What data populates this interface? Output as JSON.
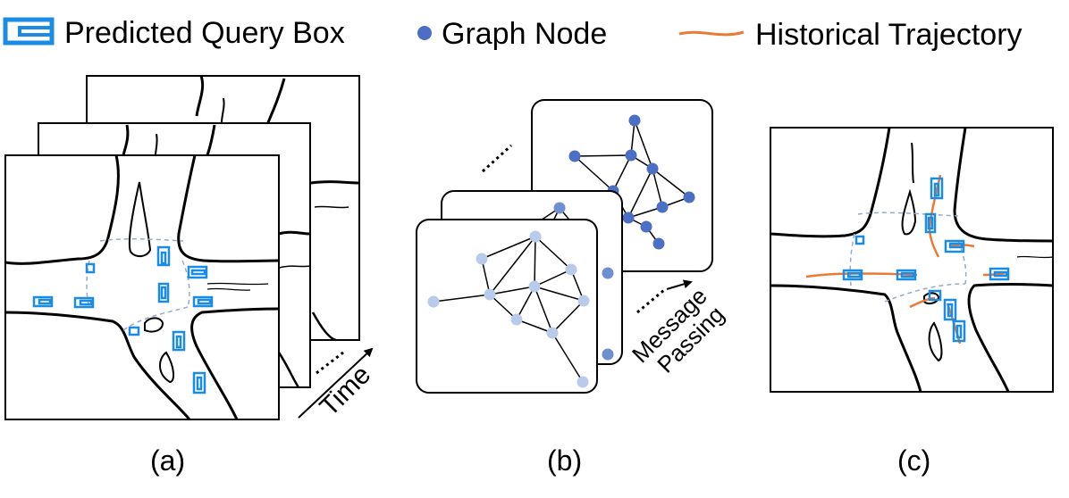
{
  "legend": {
    "box_label": "Predicted Query Box",
    "node_label": "Graph Node",
    "trajectory_label": "Historical Trajectory"
  },
  "panels": {
    "a": {
      "caption": "(a)",
      "arrow_label": "Time"
    },
    "b": {
      "caption": "(b)",
      "arrow_label_line1": "Message",
      "arrow_label_line2": "Passing"
    },
    "c": {
      "caption": "(c)"
    }
  },
  "colors": {
    "box": "#1a8ce6",
    "node_dark": "#4a6fc4",
    "node_light": "#b9cbea",
    "trajectory": "#e87b35",
    "lane": "#9aa9c9",
    "road": "#000000"
  }
}
